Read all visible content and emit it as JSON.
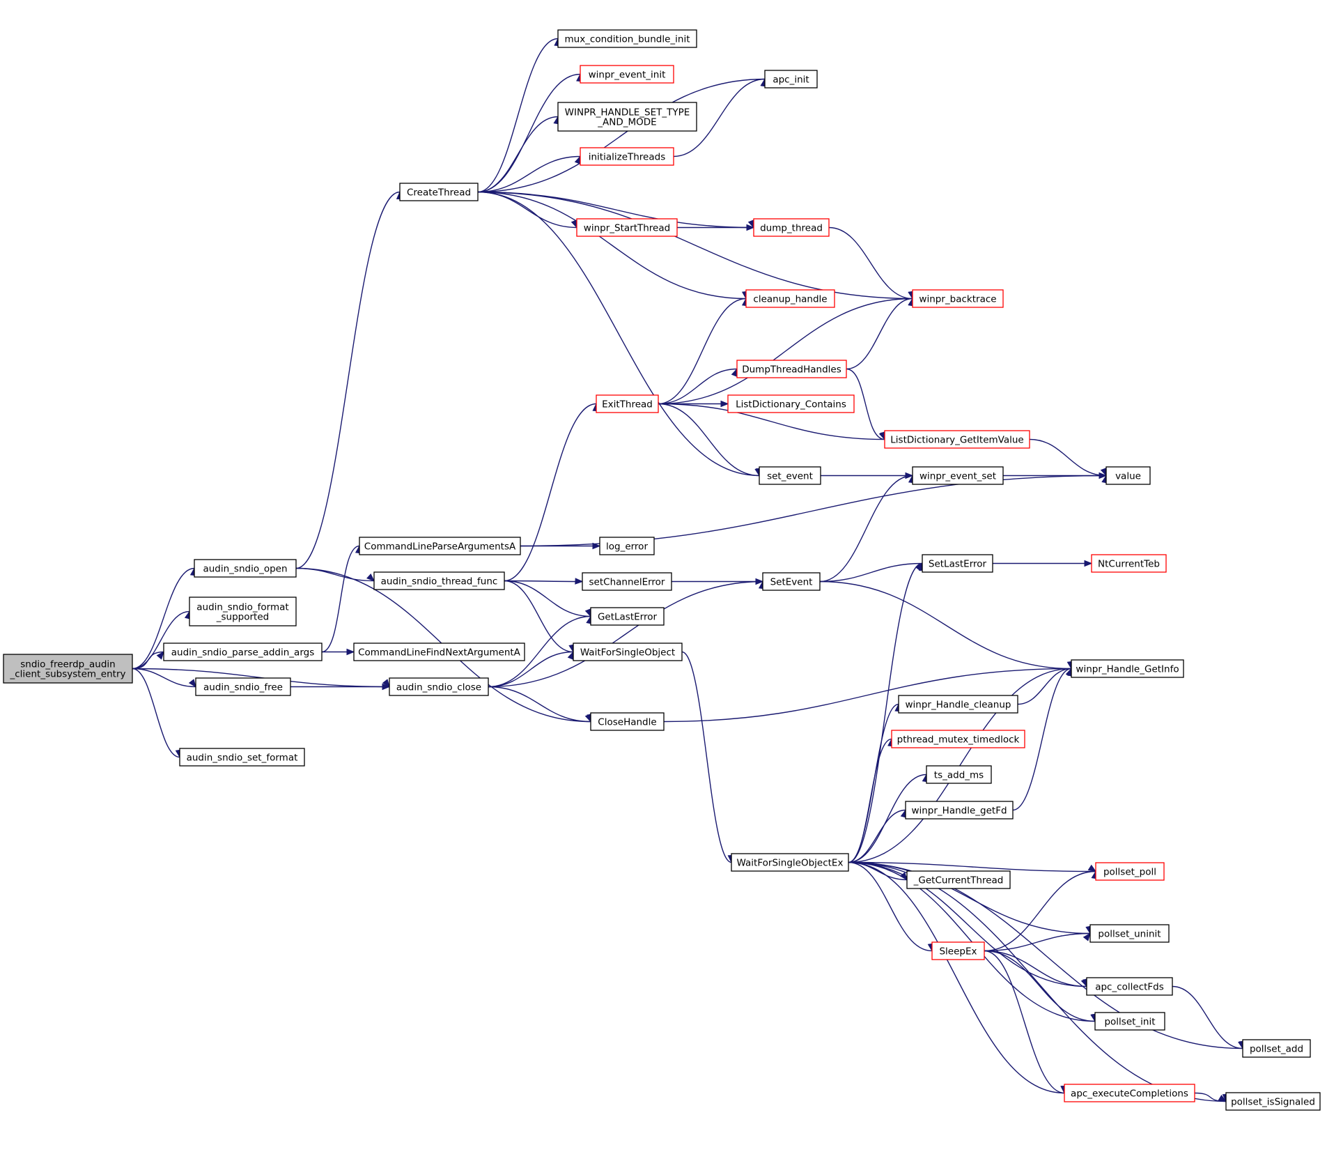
{
  "diagram": {
    "edge_color": "#191970",
    "node_border_default": "#000000",
    "node_border_red": "#ff0000",
    "root_fill": "#bfbfbf",
    "nodes": [
      {
        "id": "n0",
        "lines": [
          "sndio_freerdp_audin",
          "_client_subsystem_entry"
        ],
        "style": "root"
      },
      {
        "id": "n1",
        "lines": [
          "audin_sndio_open"
        ],
        "style": "normal"
      },
      {
        "id": "n2",
        "lines": [
          "audin_sndio_format",
          "_supported"
        ],
        "style": "normal"
      },
      {
        "id": "n3",
        "lines": [
          "audin_sndio_parse_addin_args"
        ],
        "style": "normal"
      },
      {
        "id": "n4",
        "lines": [
          "audin_sndio_free"
        ],
        "style": "normal"
      },
      {
        "id": "n5",
        "lines": [
          "audin_sndio_close"
        ],
        "style": "normal"
      },
      {
        "id": "n6",
        "lines": [
          "audin_sndio_set_format"
        ],
        "style": "normal"
      },
      {
        "id": "n7",
        "lines": [
          "CreateThread"
        ],
        "style": "normal"
      },
      {
        "id": "n8",
        "lines": [
          "audin_sndio_thread_func"
        ],
        "style": "normal"
      },
      {
        "id": "n9",
        "lines": [
          "CloseHandle"
        ],
        "style": "normal"
      },
      {
        "id": "n10",
        "lines": [
          "CommandLineParseArgumentsA"
        ],
        "style": "normal"
      },
      {
        "id": "n11",
        "lines": [
          "CommandLineFindNextArgumentA"
        ],
        "style": "normal"
      },
      {
        "id": "n12",
        "lines": [
          "GetLastError"
        ],
        "style": "normal"
      },
      {
        "id": "n13",
        "lines": [
          "WaitForSingleObject"
        ],
        "style": "normal"
      },
      {
        "id": "n14",
        "lines": [
          "SetEvent"
        ],
        "style": "normal"
      },
      {
        "id": "n15",
        "lines": [
          "mux_condition_bundle_init"
        ],
        "style": "normal"
      },
      {
        "id": "n16",
        "lines": [
          "winpr_event_init"
        ],
        "style": "red"
      },
      {
        "id": "n17",
        "lines": [
          "WINPR_HANDLE_SET_TYPE",
          "_AND_MODE"
        ],
        "style": "normal"
      },
      {
        "id": "n18",
        "lines": [
          "initializeThreads"
        ],
        "style": "red"
      },
      {
        "id": "n19",
        "lines": [
          "winpr_StartThread"
        ],
        "style": "red"
      },
      {
        "id": "n20",
        "lines": [
          "apc_init"
        ],
        "style": "normal"
      },
      {
        "id": "n21",
        "lines": [
          "dump_thread"
        ],
        "style": "red"
      },
      {
        "id": "n22",
        "lines": [
          "winpr_backtrace"
        ],
        "style": "red"
      },
      {
        "id": "n23",
        "lines": [
          "cleanup_handle"
        ],
        "style": "red"
      },
      {
        "id": "n24",
        "lines": [
          "set_event"
        ],
        "style": "normal"
      },
      {
        "id": "n25",
        "lines": [
          "ExitThread"
        ],
        "style": "red"
      },
      {
        "id": "n26",
        "lines": [
          "DumpThreadHandles"
        ],
        "style": "red"
      },
      {
        "id": "n27",
        "lines": [
          "ListDictionary_Contains"
        ],
        "style": "red"
      },
      {
        "id": "n28",
        "lines": [
          "ListDictionary_GetItemValue"
        ],
        "style": "red"
      },
      {
        "id": "n29",
        "lines": [
          "value"
        ],
        "style": "normal"
      },
      {
        "id": "n30",
        "lines": [
          "winpr_event_set"
        ],
        "style": "normal"
      },
      {
        "id": "n31",
        "lines": [
          "log_error"
        ],
        "style": "normal"
      },
      {
        "id": "n32",
        "lines": [
          "setChannelError"
        ],
        "style": "normal"
      },
      {
        "id": "n33",
        "lines": [
          "SetLastError"
        ],
        "style": "normal"
      },
      {
        "id": "n34",
        "lines": [
          "NtCurrentTeb"
        ],
        "style": "red"
      },
      {
        "id": "n35",
        "lines": [
          "winpr_Handle_GetInfo"
        ],
        "style": "normal"
      },
      {
        "id": "n36",
        "lines": [
          "WaitForSingleObjectEx"
        ],
        "style": "normal"
      },
      {
        "id": "n37",
        "lines": [
          "winpr_Handle_cleanup"
        ],
        "style": "normal"
      },
      {
        "id": "n38",
        "lines": [
          "pthread_mutex_timedlock"
        ],
        "style": "red"
      },
      {
        "id": "n39",
        "lines": [
          "ts_add_ms"
        ],
        "style": "normal"
      },
      {
        "id": "n40",
        "lines": [
          "winpr_Handle_getFd"
        ],
        "style": "normal"
      },
      {
        "id": "n41",
        "lines": [
          "pollset_poll"
        ],
        "style": "red"
      },
      {
        "id": "n42",
        "lines": [
          "_GetCurrentThread"
        ],
        "style": "normal"
      },
      {
        "id": "n43",
        "lines": [
          "SleepEx"
        ],
        "style": "red"
      },
      {
        "id": "n44",
        "lines": [
          "pollset_uninit"
        ],
        "style": "normal"
      },
      {
        "id": "n45",
        "lines": [
          "apc_collectFds"
        ],
        "style": "normal"
      },
      {
        "id": "n46",
        "lines": [
          "pollset_init"
        ],
        "style": "normal"
      },
      {
        "id": "n47",
        "lines": [
          "pollset_add"
        ],
        "style": "normal"
      },
      {
        "id": "n48",
        "lines": [
          "apc_executeCompletions"
        ],
        "style": "red"
      },
      {
        "id": "n49",
        "lines": [
          "pollset_isSignaled"
        ],
        "style": "normal"
      }
    ],
    "edges": [
      [
        "n0",
        "n1"
      ],
      [
        "n0",
        "n2"
      ],
      [
        "n0",
        "n3"
      ],
      [
        "n0",
        "n4"
      ],
      [
        "n0",
        "n5"
      ],
      [
        "n0",
        "n6"
      ],
      [
        "n1",
        "n7"
      ],
      [
        "n1",
        "n8"
      ],
      [
        "n1",
        "n9"
      ],
      [
        "n3",
        "n10"
      ],
      [
        "n3",
        "n11"
      ],
      [
        "n4",
        "n5"
      ],
      [
        "n5",
        "n12"
      ],
      [
        "n5",
        "n13"
      ],
      [
        "n5",
        "n14"
      ],
      [
        "n5",
        "n9"
      ],
      [
        "n7",
        "n15"
      ],
      [
        "n7",
        "n16"
      ],
      [
        "n7",
        "n17"
      ],
      [
        "n7",
        "n18"
      ],
      [
        "n7",
        "n19"
      ],
      [
        "n7",
        "n20"
      ],
      [
        "n7",
        "n21"
      ],
      [
        "n7",
        "n22"
      ],
      [
        "n7",
        "n23"
      ],
      [
        "n7",
        "n24"
      ],
      [
        "n18",
        "n20"
      ],
      [
        "n19",
        "n21"
      ],
      [
        "n21",
        "n22"
      ],
      [
        "n25",
        "n23"
      ],
      [
        "n25",
        "n22"
      ],
      [
        "n25",
        "n26"
      ],
      [
        "n25",
        "n27"
      ],
      [
        "n25",
        "n28"
      ],
      [
        "n25",
        "n24"
      ],
      [
        "n26",
        "n22"
      ],
      [
        "n26",
        "n28"
      ],
      [
        "n28",
        "n29"
      ],
      [
        "n24",
        "n30"
      ],
      [
        "n30",
        "n29"
      ],
      [
        "n10",
        "n29"
      ],
      [
        "n10",
        "n31"
      ],
      [
        "n8",
        "n25"
      ],
      [
        "n8",
        "n32"
      ],
      [
        "n8",
        "n12"
      ],
      [
        "n8",
        "n13"
      ],
      [
        "n32",
        "n14"
      ],
      [
        "n14",
        "n30"
      ],
      [
        "n14",
        "n33"
      ],
      [
        "n14",
        "n35"
      ],
      [
        "n33",
        "n34"
      ],
      [
        "n13",
        "n36"
      ],
      [
        "n9",
        "n35"
      ],
      [
        "n37",
        "n35"
      ],
      [
        "n40",
        "n35"
      ],
      [
        "n36",
        "n35"
      ],
      [
        "n36",
        "n33"
      ],
      [
        "n36",
        "n37"
      ],
      [
        "n36",
        "n38"
      ],
      [
        "n36",
        "n39"
      ],
      [
        "n36",
        "n40"
      ],
      [
        "n36",
        "n41"
      ],
      [
        "n36",
        "n42"
      ],
      [
        "n36",
        "n43"
      ],
      [
        "n36",
        "n44"
      ],
      [
        "n36",
        "n45"
      ],
      [
        "n36",
        "n46"
      ],
      [
        "n36",
        "n47"
      ],
      [
        "n36",
        "n48"
      ],
      [
        "n36",
        "n49"
      ],
      [
        "n43",
        "n41"
      ],
      [
        "n43",
        "n44"
      ],
      [
        "n43",
        "n45"
      ],
      [
        "n43",
        "n46"
      ],
      [
        "n43",
        "n48"
      ],
      [
        "n45",
        "n47"
      ],
      [
        "n48",
        "n49"
      ]
    ]
  }
}
